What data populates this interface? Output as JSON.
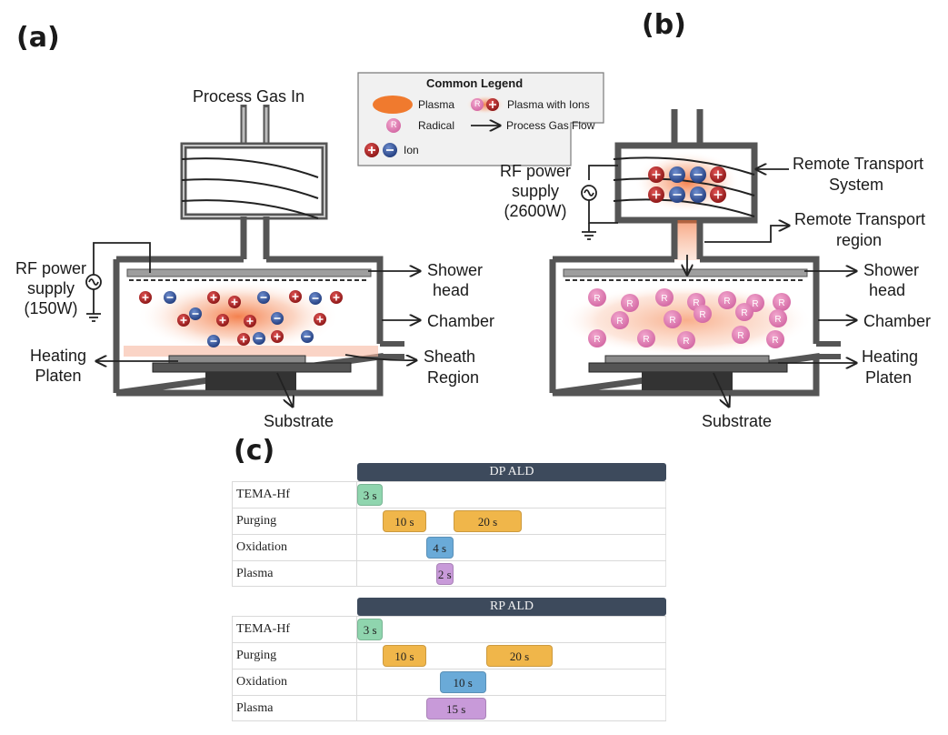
{
  "panels": {
    "a": "(a)",
    "b": "(b)",
    "c": "(c)"
  },
  "legend": {
    "title": "Common Legend",
    "plasma": "Plasma",
    "radical": "Radical",
    "ion": "Ion",
    "plasma_with_ions": "Plasma with Ions",
    "process_gas_flow": "Process Gas Flow",
    "radical_symbol": "R"
  },
  "a": {
    "process_gas_in": "Process Gas In",
    "rf_line1": "RF power",
    "rf_line2": "supply",
    "rf_line3": "(150W)",
    "shower_head_1": "Shower",
    "shower_head_2": "head",
    "chamber": "Chamber",
    "sheath_1": "Sheath",
    "sheath_2": "Region",
    "heating_1": "Heating",
    "heating_2": "Platen",
    "substrate": "Substrate"
  },
  "b": {
    "rf_line1": "RF power",
    "rf_line2": "supply",
    "rf_line3": "(2600W)",
    "remote_sys_1": "Remote Transport",
    "remote_sys_2": "System",
    "remote_reg_1": "Remote Transport",
    "remote_reg_2": "region",
    "shower_head_1": "Shower",
    "shower_head_2": "head",
    "chamber": "Chamber",
    "heating_1": "Heating",
    "heating_2": "Platen",
    "substrate": "Substrate"
  },
  "colors": {
    "tema": "#8fd5ae",
    "purging": "#f0b64a",
    "oxidation": "#6aaad8",
    "plasma": "#c89ad9",
    "header": "#3d4a5c",
    "ion_pos": "#b72a2a",
    "ion_neg": "#3a5aa3",
    "radical": "#e087b7",
    "plasma_glow": "#f26b2f"
  },
  "timing": {
    "axis_max_s": 36,
    "tables": [
      {
        "title": "DP ALD",
        "rows": [
          {
            "name": "TEMA-Hf",
            "bars": [
              {
                "start": 0,
                "dur": 3,
                "label": "3 s",
                "kind": "tema"
              }
            ]
          },
          {
            "name": "Purging",
            "bars": [
              {
                "start": 3,
                "dur": 5,
                "label": "10 s",
                "kind": "purging"
              },
              {
                "start": 11.2,
                "dur": 8,
                "label": "20 s",
                "kind": "purging"
              }
            ]
          },
          {
            "name": "Oxidation",
            "bars": [
              {
                "start": 8,
                "dur": 3.2,
                "label": "4 s",
                "kind": "oxidation"
              }
            ]
          },
          {
            "name": "Plasma",
            "bars": [
              {
                "start": 9.2,
                "dur": 2,
                "label": "2 s",
                "kind": "plasma"
              }
            ]
          }
        ]
      },
      {
        "title": "RP ALD",
        "rows": [
          {
            "name": "TEMA-Hf",
            "bars": [
              {
                "start": 0,
                "dur": 3,
                "label": "3 s",
                "kind": "tema"
              }
            ]
          },
          {
            "name": "Purging",
            "bars": [
              {
                "start": 3,
                "dur": 5,
                "label": "10 s",
                "kind": "purging"
              },
              {
                "start": 15,
                "dur": 7.8,
                "label": "20 s",
                "kind": "purging"
              }
            ]
          },
          {
            "name": "Oxidation",
            "bars": [
              {
                "start": 9.6,
                "dur": 5.4,
                "label": "10 s",
                "kind": "oxidation"
              }
            ]
          },
          {
            "name": "Plasma",
            "bars": [
              {
                "start": 8,
                "dur": 7,
                "label": "15 s",
                "kind": "plasma"
              }
            ]
          }
        ]
      }
    ]
  }
}
